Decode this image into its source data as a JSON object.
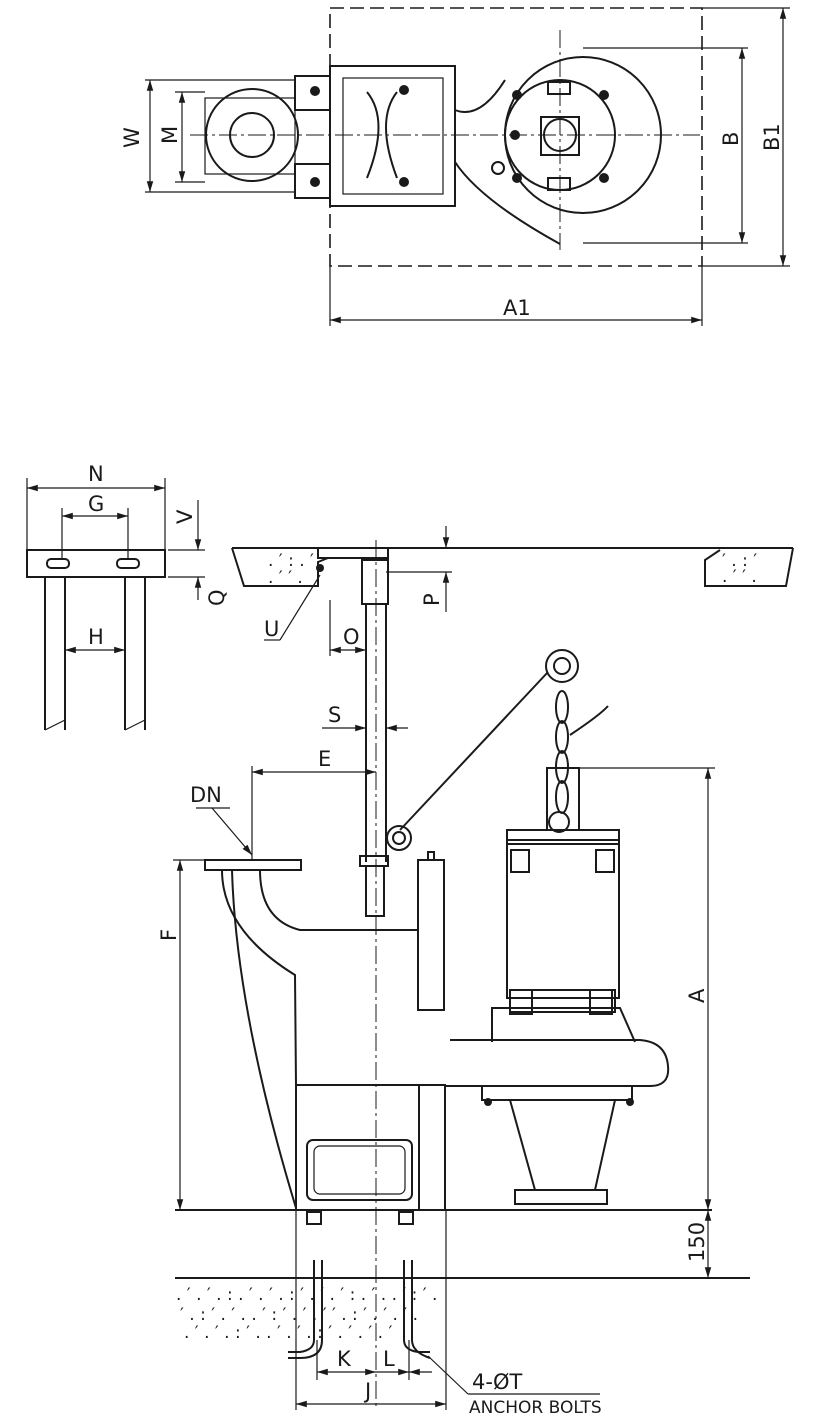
{
  "plan_view": {
    "W": "W",
    "M": "M",
    "B": "B",
    "B1": "B1",
    "A1": "A1"
  },
  "elevation": {
    "N": "N",
    "G": "G",
    "V": "V",
    "Q": "Q",
    "H": "H",
    "U": "U",
    "O": "O",
    "P": "P",
    "S": "S",
    "E": "E",
    "DN": "DN",
    "F": "F",
    "A": "A",
    "height_150": "150",
    "K": "K",
    "L": "L",
    "J": "J",
    "bolts_count": "4-ØT",
    "bolts_label": "ANCHOR BOLTS"
  }
}
